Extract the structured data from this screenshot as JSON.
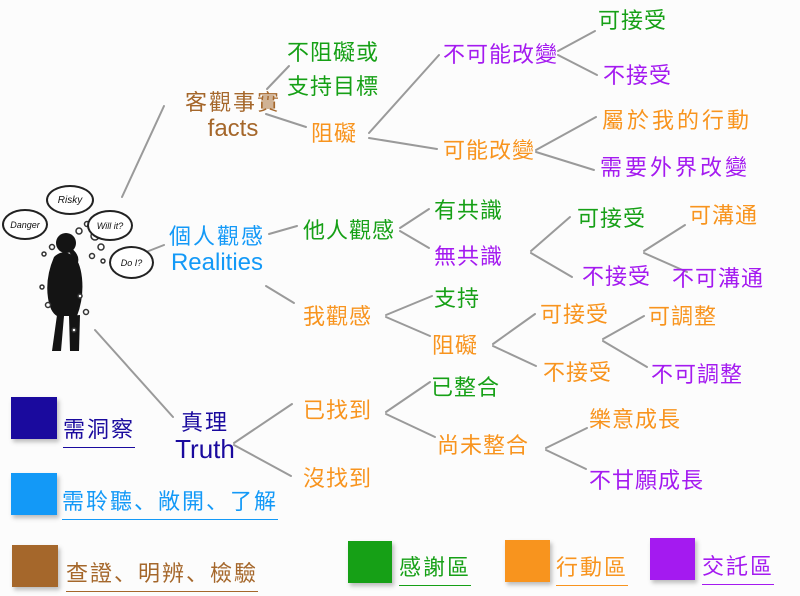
{
  "canvas": {
    "background": "#FCFCFC"
  },
  "colors": {
    "navy": "#1A0A9E",
    "blue": "#1399F7",
    "brown": "#A5672B",
    "green": "#16A016",
    "orange": "#F8941E",
    "purple": "#A41AF0",
    "connector_gray": "#9A9A9A"
  },
  "person": {
    "bubbles": {
      "risky": "Risky",
      "danger": "Danger",
      "will_it": "Will it?",
      "do_i": "Do I?"
    }
  },
  "nodes": {
    "facts": {
      "title": "客觀事實",
      "subtitle": "facts"
    },
    "realities": {
      "title": "個人觀感",
      "subtitle": "Realities"
    },
    "truth": {
      "title": "真理",
      "subtitle": "Truth"
    },
    "no_block": {
      "line1": "不阻礙或",
      "line2": "支持目標"
    },
    "block": {
      "label": "阻礙"
    },
    "cannot_change": {
      "label": "不可能改變"
    },
    "can_change": {
      "label": "可能改變"
    },
    "acceptable_1": {
      "label": "可接受"
    },
    "unacceptable_1": {
      "label": "不接受"
    },
    "my_action": {
      "label": "屬於我的行動"
    },
    "external_change": {
      "label": "需要外界改變"
    },
    "others_view": {
      "label": "他人觀感"
    },
    "consensus": {
      "label": "有共識"
    },
    "no_consensus": {
      "label": "無共識"
    },
    "acceptable_2": {
      "label": "可接受"
    },
    "unacceptable_2": {
      "label": "不接受"
    },
    "communicable": {
      "label": "可溝通"
    },
    "not_communicable": {
      "label": "不可溝通"
    },
    "my_view": {
      "label": "我觀感"
    },
    "support": {
      "label": "支持"
    },
    "block_2": {
      "label": "阻礙"
    },
    "acceptable_3": {
      "label": "可接受"
    },
    "unacceptable_3": {
      "label": "不接受"
    },
    "adjustable": {
      "label": "可調整"
    },
    "not_adjustable": {
      "label": "不可調整"
    },
    "found": {
      "label": "已找到"
    },
    "not_found": {
      "label": "沒找到"
    },
    "integrated": {
      "label": "已整合"
    },
    "not_integrated": {
      "label": "尚未整合"
    },
    "willing_growth": {
      "label": "樂意成長"
    },
    "unwilling_growth": {
      "label": "不甘願成長"
    }
  },
  "legend": {
    "insight": "需洞察",
    "listen": "需聆聽、敞開、了解",
    "verify": "查證、明辨、檢驗",
    "gratitude": "感謝區",
    "action": "行動區",
    "entrust": "交託區"
  }
}
